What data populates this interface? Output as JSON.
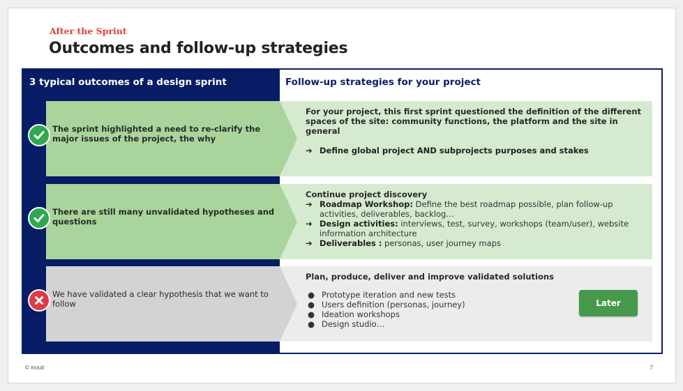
{
  "slide": {
    "eyebrow": "After the Sprint",
    "title": "Outcomes and follow-up strategies"
  },
  "left_heading": "3 typical outcomes of a design sprint",
  "right_heading": "Follow-up strategies for your project",
  "rows": [
    {
      "status": "check",
      "outcome": "The sprint highlighted a need to re-clarify the major issues of the project, the why",
      "strategy_lead": "For your project, this first sprint questioned the definition of the different spaces of the site: community functions, the platform and the site in general",
      "arrow_items": [
        {
          "bold": "Define global project AND subprojects purposes and stakes",
          "text": ""
        }
      ]
    },
    {
      "status": "check",
      "outcome": "There are still many unvalidated hypotheses and questions",
      "strategy_lead": "Continue project discovery",
      "arrow_items": [
        {
          "bold": "Roadmap Workshop:",
          "text": " Define the best roadmap possible, plan follow-up activities, deliverables, backlog…"
        },
        {
          "bold": "Design activities:",
          "text": " interviews, test, survey, workshops (team/user), website information architecture"
        },
        {
          "bold": "Deliverables :",
          "text": " personas, user journey maps"
        }
      ]
    },
    {
      "status": "cross",
      "outcome": "We have validated a clear hypothesis that we want to follow",
      "strategy_lead": "Plan, produce, deliver and improve validated solutions",
      "bullets": [
        "Prototype iteration and new tests",
        "Users definition (personas, journey)",
        "Ideation workshops",
        "Design studio…"
      ],
      "button_label": "Later"
    }
  ],
  "footer": {
    "copyright": "© inouit",
    "page_number": "7"
  },
  "colors": {
    "navy": "#071c64",
    "accent_red": "#e0403a",
    "green_chevron": "#a9d59c",
    "light_green": "#d6ead0",
    "gray_chevron": "#d3d3d3",
    "light_gray": "#ececec",
    "button_green": "#46994a",
    "check_green": "#2fa84f",
    "cross_red": "#e03a45"
  },
  "icons": {
    "check": "check-icon",
    "cross": "cross-icon",
    "arrow": "arrow-right-icon",
    "bullet": "bullet-icon"
  }
}
